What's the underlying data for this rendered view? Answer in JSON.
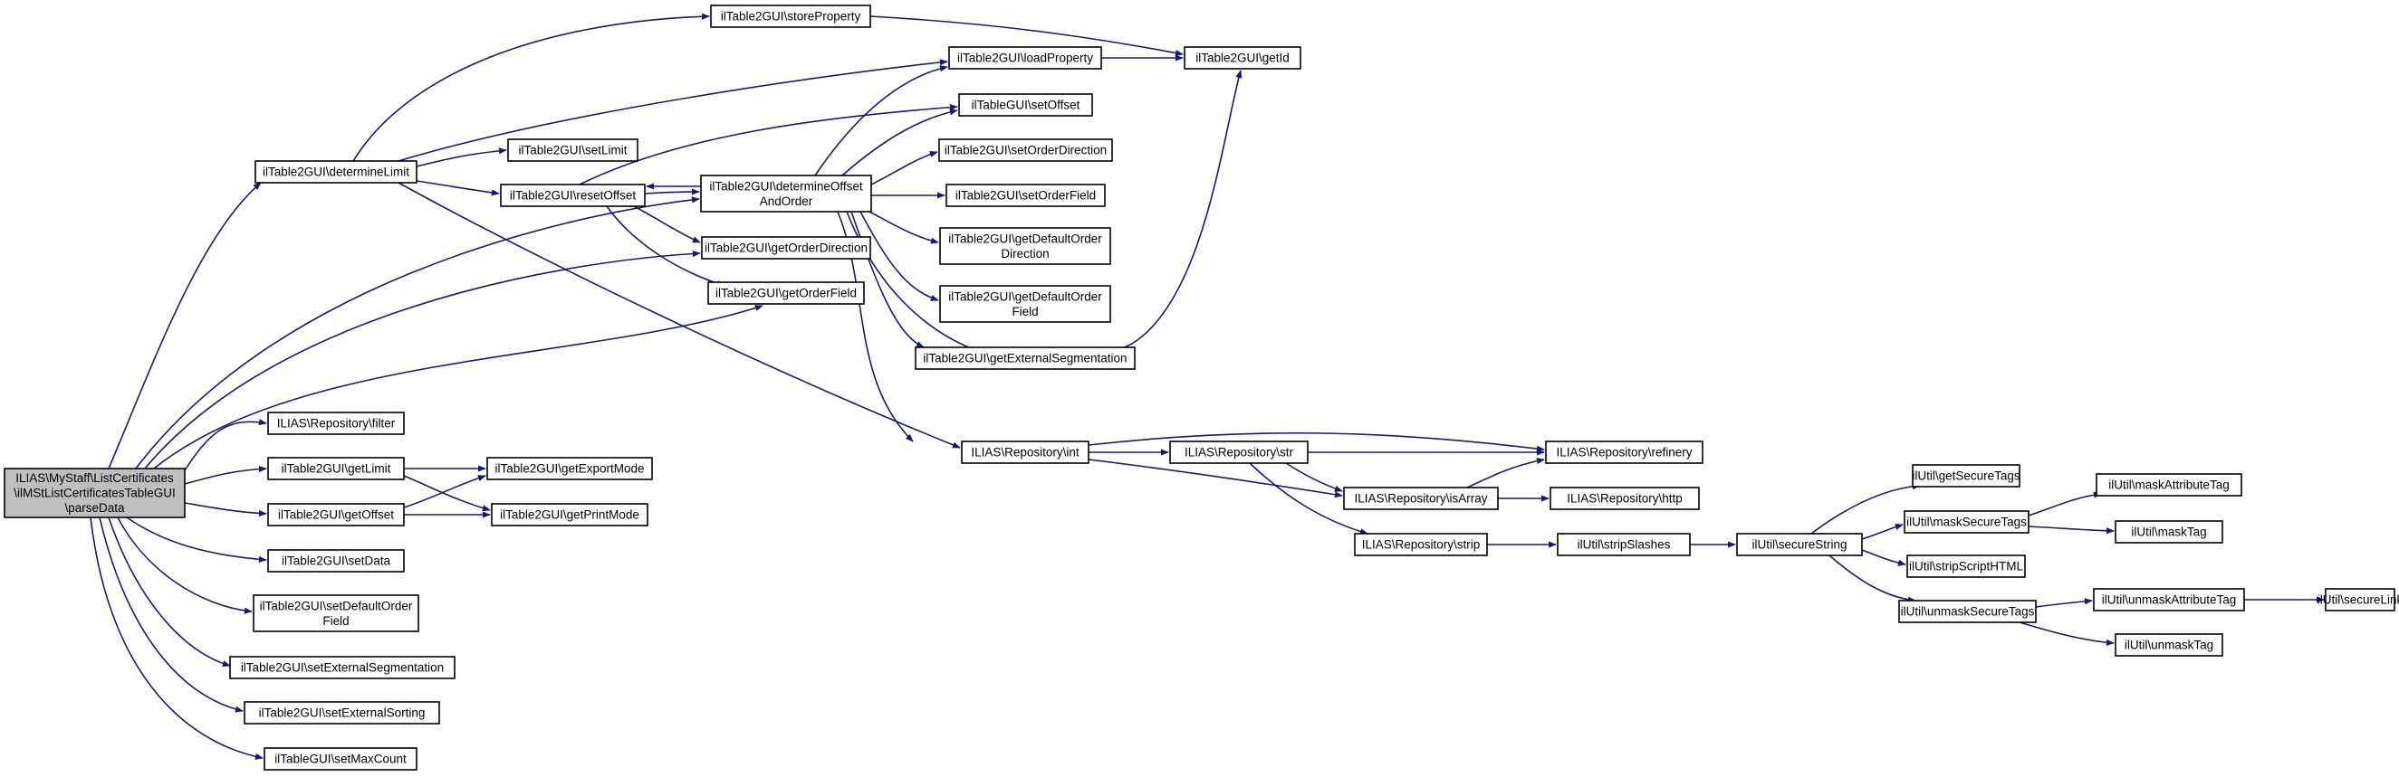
{
  "nodes": {
    "root": "ILIAS\\MyStaff\\ListCertificates\n\\ilMStListCertificatesTableGUI\n\\parseData",
    "determineLimit": "ilTable2GUI\\determineLimit",
    "storeProperty": "ilTable2GUI\\storeProperty",
    "loadProperty": "ilTable2GUI\\loadProperty",
    "getId": "ilTable2GUI\\getId",
    "setLimit": "ilTable2GUI\\setLimit",
    "resetOffset": "ilTable2GUI\\resetOffset",
    "determineOffsetAndOrder": "ilTable2GUI\\determineOffset\nAndOrder",
    "setOffset": "ilTableGUI\\setOffset",
    "setOrderDirection": "ilTable2GUI\\setOrderDirection",
    "setOrderField": "ilTable2GUI\\setOrderField",
    "getDefaultOrderDirection": "ilTable2GUI\\getDefaultOrder\nDirection",
    "getDefaultOrderField": "ilTable2GUI\\getDefaultOrder\nField",
    "getExternalSegmentation": "ilTable2GUI\\getExternalSegmentation",
    "getOrderDirection": "ilTable2GUI\\getOrderDirection",
    "getOrderField": "ilTable2GUI\\getOrderField",
    "filter": "ILIAS\\Repository\\filter",
    "getLimit": "ilTable2GUI\\getLimit",
    "getOffset": "ilTable2GUI\\getOffset",
    "getExportMode": "ilTable2GUI\\getExportMode",
    "getPrintMode": "ilTable2GUI\\getPrintMode",
    "setData": "ilTable2GUI\\setData",
    "setDefaultOrderField": "ilTable2GUI\\setDefaultOrder\nField",
    "setExternalSegmentation": "ilTable2GUI\\setExternalSegmentation",
    "setExternalSorting": "ilTable2GUI\\setExternalSorting",
    "setMaxCount": "ilTableGUI\\setMaxCount",
    "int": "ILIAS\\Repository\\int",
    "str": "ILIAS\\Repository\\str",
    "refinery": "ILIAS\\Repository\\refinery",
    "isArray": "ILIAS\\Repository\\isArray",
    "http": "ILIAS\\Repository\\http",
    "strip": "ILIAS\\Repository\\strip",
    "stripSlashes": "ilUtil\\stripSlashes",
    "secureString": "ilUtil\\secureString",
    "getSecureTags": "ilUtil\\getSecureTags",
    "maskSecureTags": "ilUtil\\maskSecureTags",
    "maskAttributeTag": "ilUtil\\maskAttributeTag",
    "maskTag": "ilUtil\\maskTag",
    "stripScriptHTML": "ilUtil\\stripScriptHTML",
    "unmaskSecureTags": "ilUtil\\unmaskSecureTags",
    "unmaskAttributeTag": "ilUtil\\unmaskAttributeTag",
    "secureLink": "ilUtil\\secureLink",
    "unmaskTag": "ilUtil\\unmaskTag"
  },
  "edge_color": "#191970",
  "root_fill": "#bfbfbf"
}
